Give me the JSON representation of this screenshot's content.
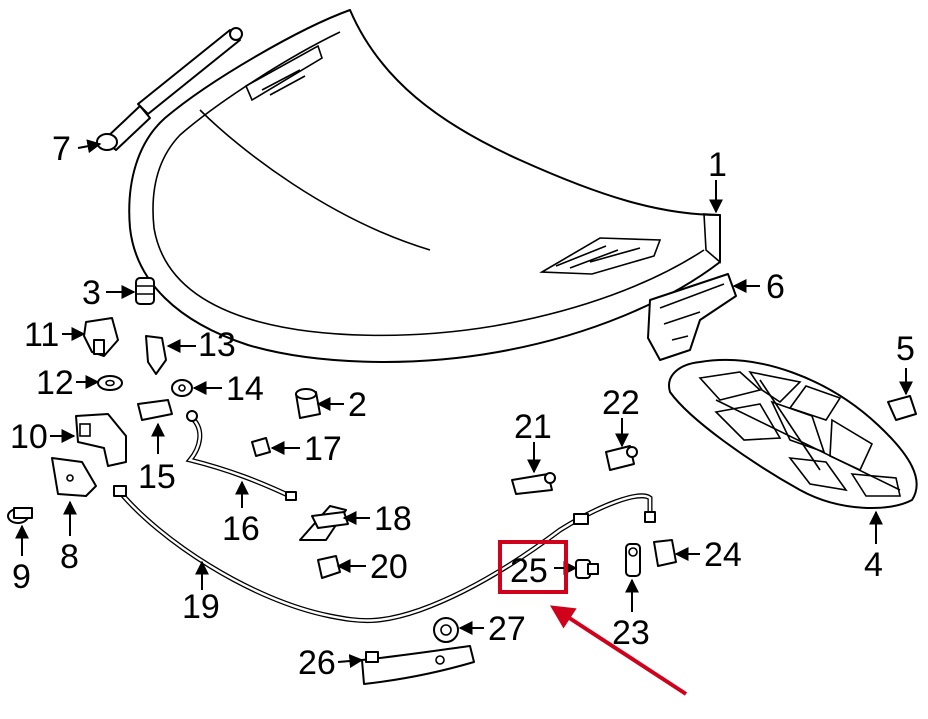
{
  "callouts": {
    "c1": "1",
    "c2": "2",
    "c3": "3",
    "c4": "4",
    "c5": "5",
    "c6": "6",
    "c7": "7",
    "c8": "8",
    "c9": "9",
    "c10": "10",
    "c11": "11",
    "c12": "12",
    "c13": "13",
    "c14": "14",
    "c15": "15",
    "c16": "16",
    "c17": "17",
    "c18": "18",
    "c19": "19",
    "c20": "20",
    "c21": "21",
    "c22": "22",
    "c23": "23",
    "c24": "24",
    "c25": "25",
    "c26": "26",
    "c27": "27"
  },
  "highlight": {
    "target_part": "25",
    "box_color": "#d0021b",
    "arrow_color": "#d0021b"
  }
}
